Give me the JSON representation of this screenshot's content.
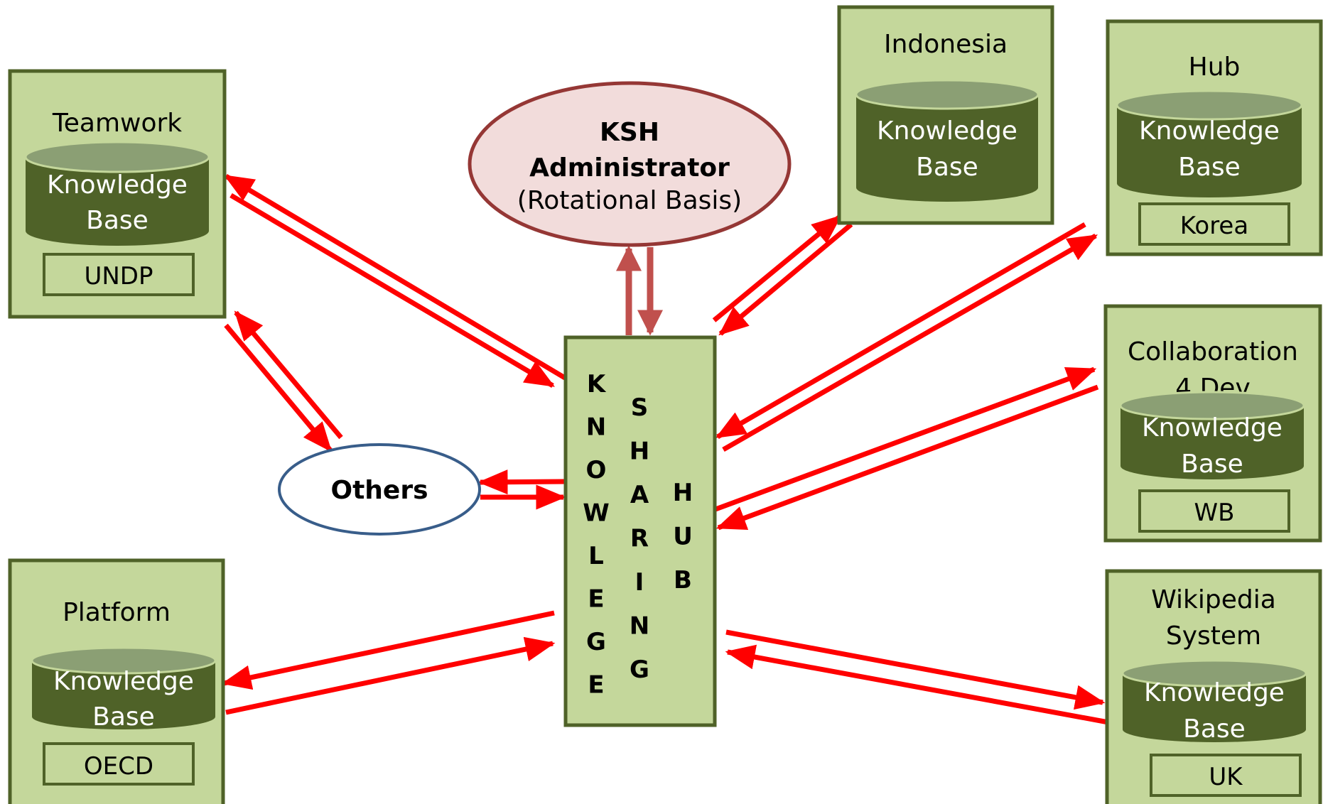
{
  "colors": {
    "box_fill": "#c4d79b",
    "box_stroke": "#4f6228",
    "cylinder_fill": "#4f6228",
    "cylinder_top": "#8b9f74",
    "arrow_red": "#ff0000",
    "arrow_admin": "#c0504d",
    "admin_fill": "#f2dcdb",
    "admin_stroke": "#953735",
    "others_stroke": "#385d8a"
  },
  "admin": {
    "line1": "KSH",
    "line2": "Administrator",
    "line3": "(Rotational Basis)"
  },
  "others": {
    "label": "Others"
  },
  "hub": {
    "col1": [
      "K",
      "N",
      "O",
      "W",
      "L",
      "E",
      "G",
      "E"
    ],
    "col2": [
      "S",
      "H",
      "A",
      "R",
      "I",
      "N",
      "G"
    ],
    "col3": [
      "H",
      "U",
      "B"
    ]
  },
  "nodes": {
    "teamwork": {
      "title": "Teamwork",
      "kb_line1": "Knowledge",
      "kb_line2": "Base",
      "tag": "UNDP"
    },
    "indonesia": {
      "title": "Indonesia",
      "kb_line1": "Knowledge",
      "kb_line2": "Base"
    },
    "hub_korea": {
      "title": "Hub",
      "kb_line1": "Knowledge",
      "kb_line2": "Base",
      "tag": "Korea"
    },
    "collab": {
      "title_line1": "Collaboration",
      "title_line2": "4 Dev",
      "kb_line1": "Knowledge",
      "kb_line2": "Base",
      "tag": "WB"
    },
    "platform": {
      "title": "Platform",
      "kb_line1": "Knowledge",
      "kb_line2": "Base",
      "tag": "OECD"
    },
    "wikipedia": {
      "title_line1": "Wikipedia",
      "title_line2": "System",
      "kb_line1": "Knowledge",
      "kb_line2": "Base",
      "tag": "UK"
    }
  }
}
